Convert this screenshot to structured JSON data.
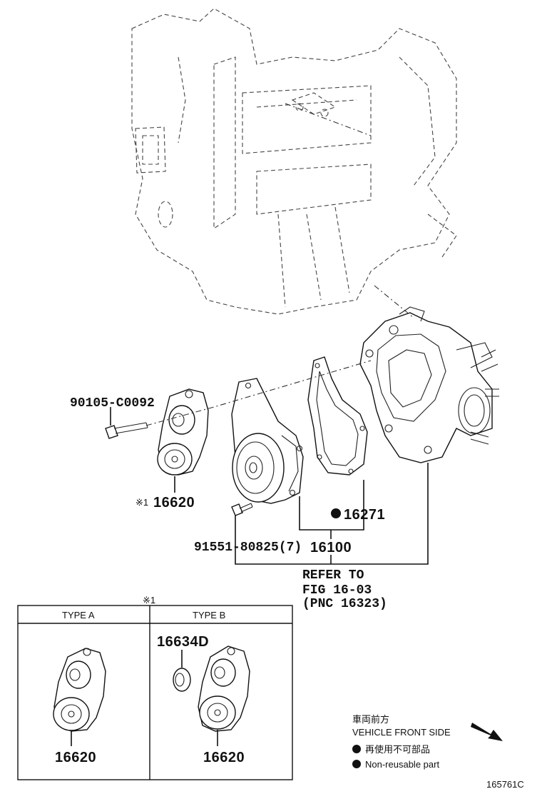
{
  "labels": {
    "bolt_tensioner": "90105-C0092",
    "tensioner_main": "16620",
    "ref_mark": "※1",
    "gasket": "16271",
    "bolt_pump": "91551-80825(7)",
    "water_pump": "16100",
    "refer_line1": "REFER TO",
    "refer_line2": "FIG 16-03",
    "refer_line3": "(PNC 16323)",
    "inset_mark": "※1",
    "type_a": "TYPE A",
    "type_b": "TYPE B",
    "type_a_part": "16620",
    "type_b_seal": "16634D",
    "type_b_part": "16620",
    "front_jp": "車両前方",
    "front_en": "VEHICLE FRONT SIDE",
    "legend_jp": "再使用不可部品",
    "legend_en": "Non-reusable part",
    "figure_id": "165761C"
  }
}
